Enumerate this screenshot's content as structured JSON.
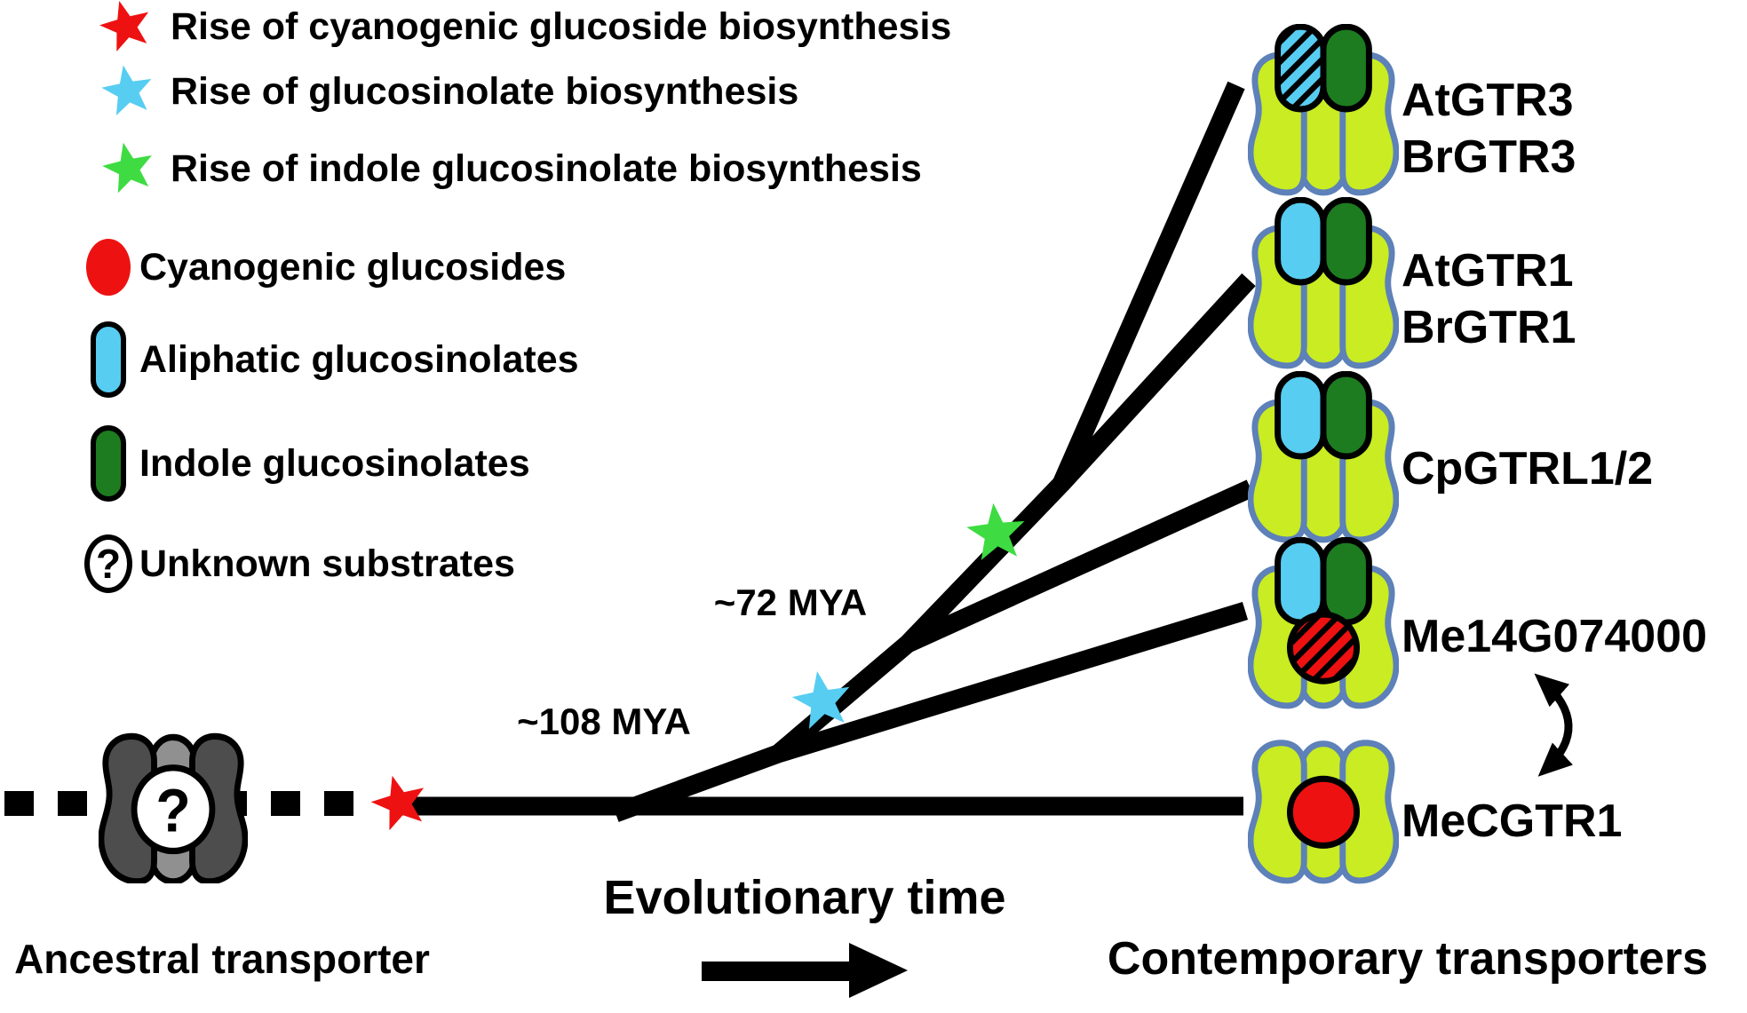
{
  "colors": {
    "red": "#ee1111",
    "sky_blue": "#57cdf2",
    "bright_green": "#3edc42",
    "dark_green": "#1d7c20",
    "transporter_body": "#c9ec22",
    "transporter_outline": "#5d81b8",
    "ancestral_body": "#4d4d4d",
    "ancestral_center": "#909090",
    "line_black": "#000000"
  },
  "legend": {
    "items": [
      {
        "symbol": "star",
        "color": "red",
        "label": "Rise of cyanogenic glucoside biosynthesis"
      },
      {
        "symbol": "star",
        "color": "sky_blue",
        "label": "Rise of glucosinolate biosynthesis"
      },
      {
        "symbol": "star",
        "color": "bright_green",
        "label": "Rise of indole glucosinolate biosynthesis"
      },
      {
        "symbol": "circle",
        "color": "red",
        "label": "Cyanogenic glucosides"
      },
      {
        "symbol": "pill",
        "color": "sky_blue",
        "label": "Aliphatic glucosinolates"
      },
      {
        "symbol": "pill",
        "color": "dark_green",
        "label": "Indole glucosinolates"
      },
      {
        "symbol": "question-mark",
        "color": "black",
        "label": "Unknown substrates"
      }
    ]
  },
  "annotations": {
    "mya_72": "~72 MYA",
    "mya_108": "~108 MYA",
    "evolutionary_time": "Evolutionary time",
    "ancestral": "Ancestral transporter",
    "contemporary": "Contemporary transporters",
    "unknown_mark": "?"
  },
  "transporters": [
    {
      "labels": [
        "AtGTR3",
        "BrGTR3"
      ],
      "substrates": {
        "aliphatic": "hatched",
        "indole": true,
        "cyanogenic": false
      }
    },
    {
      "labels": [
        "AtGTR1",
        "BrGTR1"
      ],
      "substrates": {
        "aliphatic": true,
        "indole": true,
        "cyanogenic": false
      }
    },
    {
      "labels": [
        "CpGTRL1/2"
      ],
      "substrates": {
        "aliphatic": true,
        "indole": true,
        "cyanogenic": false
      }
    },
    {
      "labels": [
        "Me14G074000"
      ],
      "substrates": {
        "aliphatic": true,
        "indole": true,
        "cyanogenic": "hatched"
      }
    },
    {
      "labels": [
        "MeCGTR1"
      ],
      "substrates": {
        "aliphatic": false,
        "indole": false,
        "cyanogenic": true
      }
    }
  ]
}
